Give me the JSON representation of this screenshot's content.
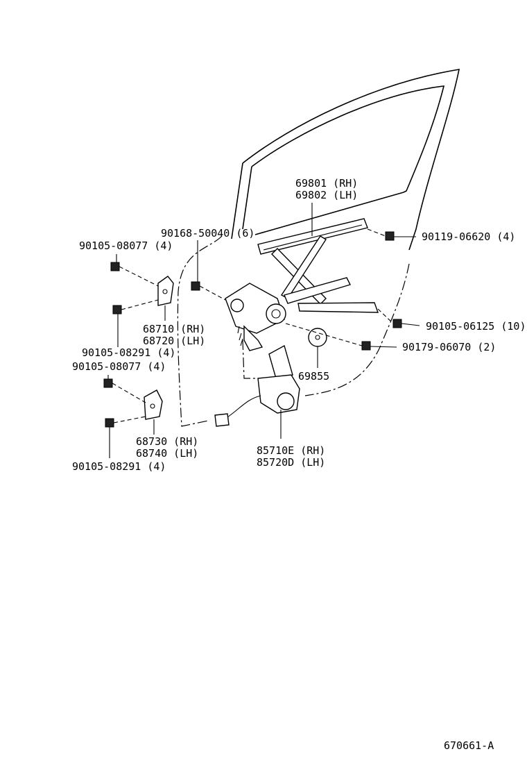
{
  "labels": {
    "p69801": "69801 (RH)",
    "p69802": "69802 (LH)",
    "p90168": "90168-50040 (6)",
    "p90119": "90119-06620 (4)",
    "p90105a": "90105-08077 (4)",
    "p90105b": "90105-08291 (4)",
    "p68710": "68710 (RH)",
    "p68720": "68720 (LH)",
    "p90105c": "90105-06125 (10)",
    "p90179": "90179-06070 (2)",
    "p69855": "69855",
    "p90105d": "90105-08077 (4)",
    "p68730": "68730 (RH)",
    "p68740": "68740 (LH)",
    "p90105e": "90105-08291 (4)",
    "p85710": "85710E (RH)",
    "p85720": "85720D (LH)",
    "figure_id": "670661-A"
  }
}
